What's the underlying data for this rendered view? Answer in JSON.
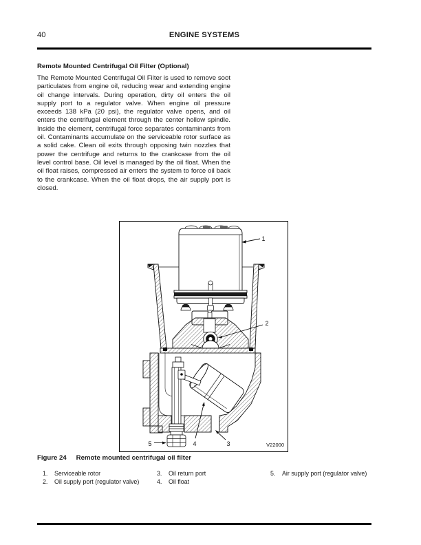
{
  "page": {
    "number": "40",
    "header_title": "ENGINE SYSTEMS"
  },
  "section": {
    "heading": "Remote Mounted Centrifugal Oil Filter (Optional)",
    "body": "The Remote Mounted Centrifugal Oil Filter is used to remove soot particulates from engine oil, reducing wear and extending engine oil change intervals. During operation, dirty oil enters the oil supply port to a regulator valve. When engine oil pressure exceeds 138 kPa (20 psi), the regulator valve opens, and oil enters the centrifugal element through the center hollow spindle. Inside the element, centrifugal force separates contaminants from oil.  Contaminants accumulate on the serviceable rotor surface as a solid cake.  Clean oil exits through opposing twin nozzles that power the centrifuge and returns to the crankcase from the oil level control base. Oil level is managed by the oil float.  When the oil float raises, compressed air enters the system to force oil back to the crankcase.  When the oil float drops, the air supply port is closed."
  },
  "figure": {
    "caption_label": "Figure 24",
    "caption_text": "Remote mounted centrifugal oil filter",
    "drawing_code": "V22000",
    "callouts": {
      "c1": "1",
      "c2": "2",
      "c3": "3",
      "c4": "4",
      "c5": "5"
    },
    "legend_col1": [
      {
        "num": "1.",
        "label": "Serviceable rotor"
      },
      {
        "num": "2.",
        "label": "Oil supply port (regulator valve)"
      }
    ],
    "legend_col2": [
      {
        "num": "3.",
        "label": "Oil return port"
      },
      {
        "num": "4.",
        "label": "Oil float"
      }
    ],
    "legend_col3": [
      {
        "num": "5.",
        "label": "Air supply port (regulator valve)"
      }
    ]
  }
}
